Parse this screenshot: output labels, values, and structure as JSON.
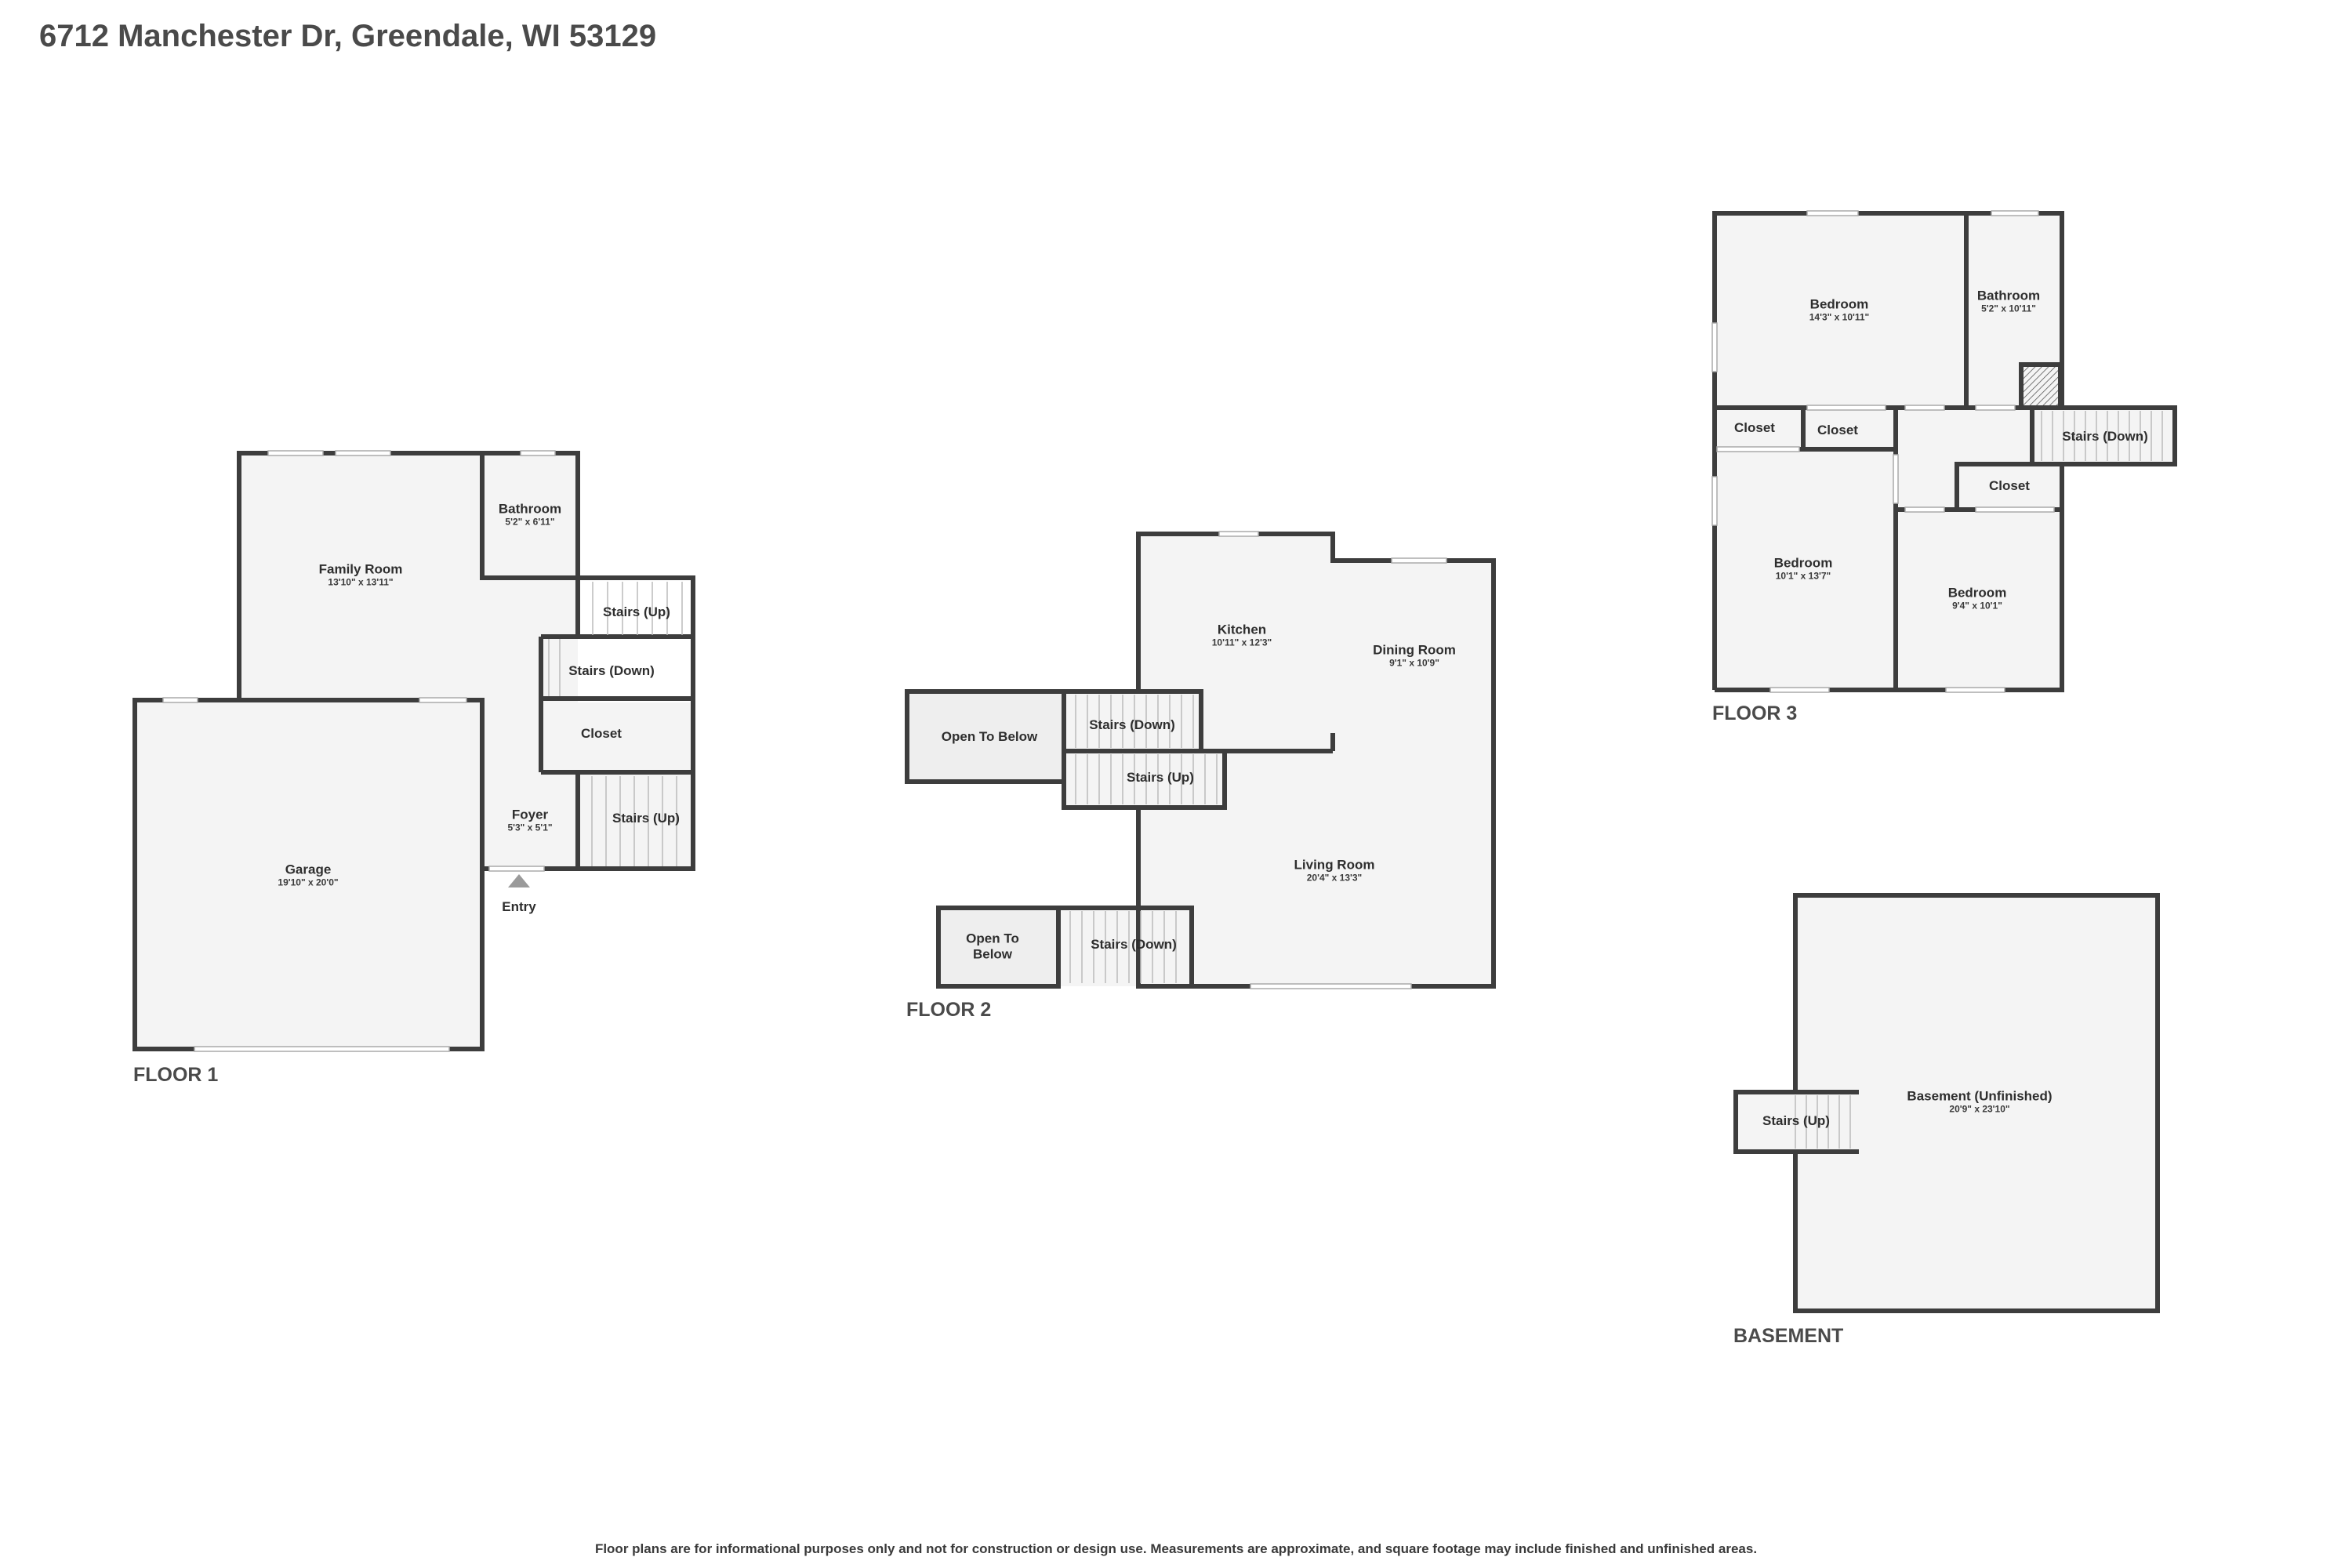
{
  "title": "6712 Manchester Dr, Greendale, WI 53129",
  "disclaimer": "Floor plans are for informational purposes only and not for construction or design use. Measurements are approximate, and square footage may include finished and unfinished areas.",
  "colors": {
    "wall": "#3d3d3d",
    "floor_fill": "#f4f4f4",
    "window": "#d6d6d6",
    "text": "#3a3a3a"
  },
  "floors": {
    "floor1": {
      "label": "FLOOR 1",
      "rooms": [
        {
          "name": "Family Room",
          "dim": "13'10\" x 13'11\""
        },
        {
          "name": "Bathroom",
          "dim": "5'2\" x 6'11\""
        },
        {
          "name": "Stairs (Up)",
          "dim": ""
        },
        {
          "name": "Stairs (Down)",
          "dim": ""
        },
        {
          "name": "Closet",
          "dim": ""
        },
        {
          "name": "Foyer",
          "dim": "5'3\" x 5'1\""
        },
        {
          "name": "Stairs (Up)",
          "dim": ""
        },
        {
          "name": "Garage",
          "dim": "19'10\" x 20'0\""
        }
      ],
      "entry": "Entry",
      "entry_icon": "triangle-up"
    },
    "floor2": {
      "label": "FLOOR 2",
      "rooms": [
        {
          "name": "Kitchen",
          "dim": "10'11\" x 12'3\""
        },
        {
          "name": "Dining Room",
          "dim": "9'1\" x 10'9\""
        },
        {
          "name": "Open To Below",
          "dim": ""
        },
        {
          "name": "Stairs (Down)",
          "dim": ""
        },
        {
          "name": "Stairs (Up)",
          "dim": ""
        },
        {
          "name": "Living Room",
          "dim": "20'4\" x 13'3\""
        },
        {
          "name": "Open To Below",
          "dim": ""
        },
        {
          "name": "Stairs (Down)",
          "dim": ""
        }
      ]
    },
    "floor3": {
      "label": "FLOOR 3",
      "rooms": [
        {
          "name": "Bedroom",
          "dim": "14'3\" x 10'11\""
        },
        {
          "name": "Bathroom",
          "dim": "5'2\" x 10'11\""
        },
        {
          "name": "Closet",
          "dim": ""
        },
        {
          "name": "Closet",
          "dim": ""
        },
        {
          "name": "Stairs (Down)",
          "dim": ""
        },
        {
          "name": "Closet",
          "dim": ""
        },
        {
          "name": "Bedroom",
          "dim": "10'1\" x 13'7\""
        },
        {
          "name": "Bedroom",
          "dim": "9'4\" x 10'1\""
        }
      ]
    },
    "basement": {
      "label": "BASEMENT",
      "rooms": [
        {
          "name": "Basement (Unfinished)",
          "dim": "20'9\" x 23'10\""
        },
        {
          "name": "Stairs (Up)",
          "dim": ""
        }
      ]
    }
  }
}
